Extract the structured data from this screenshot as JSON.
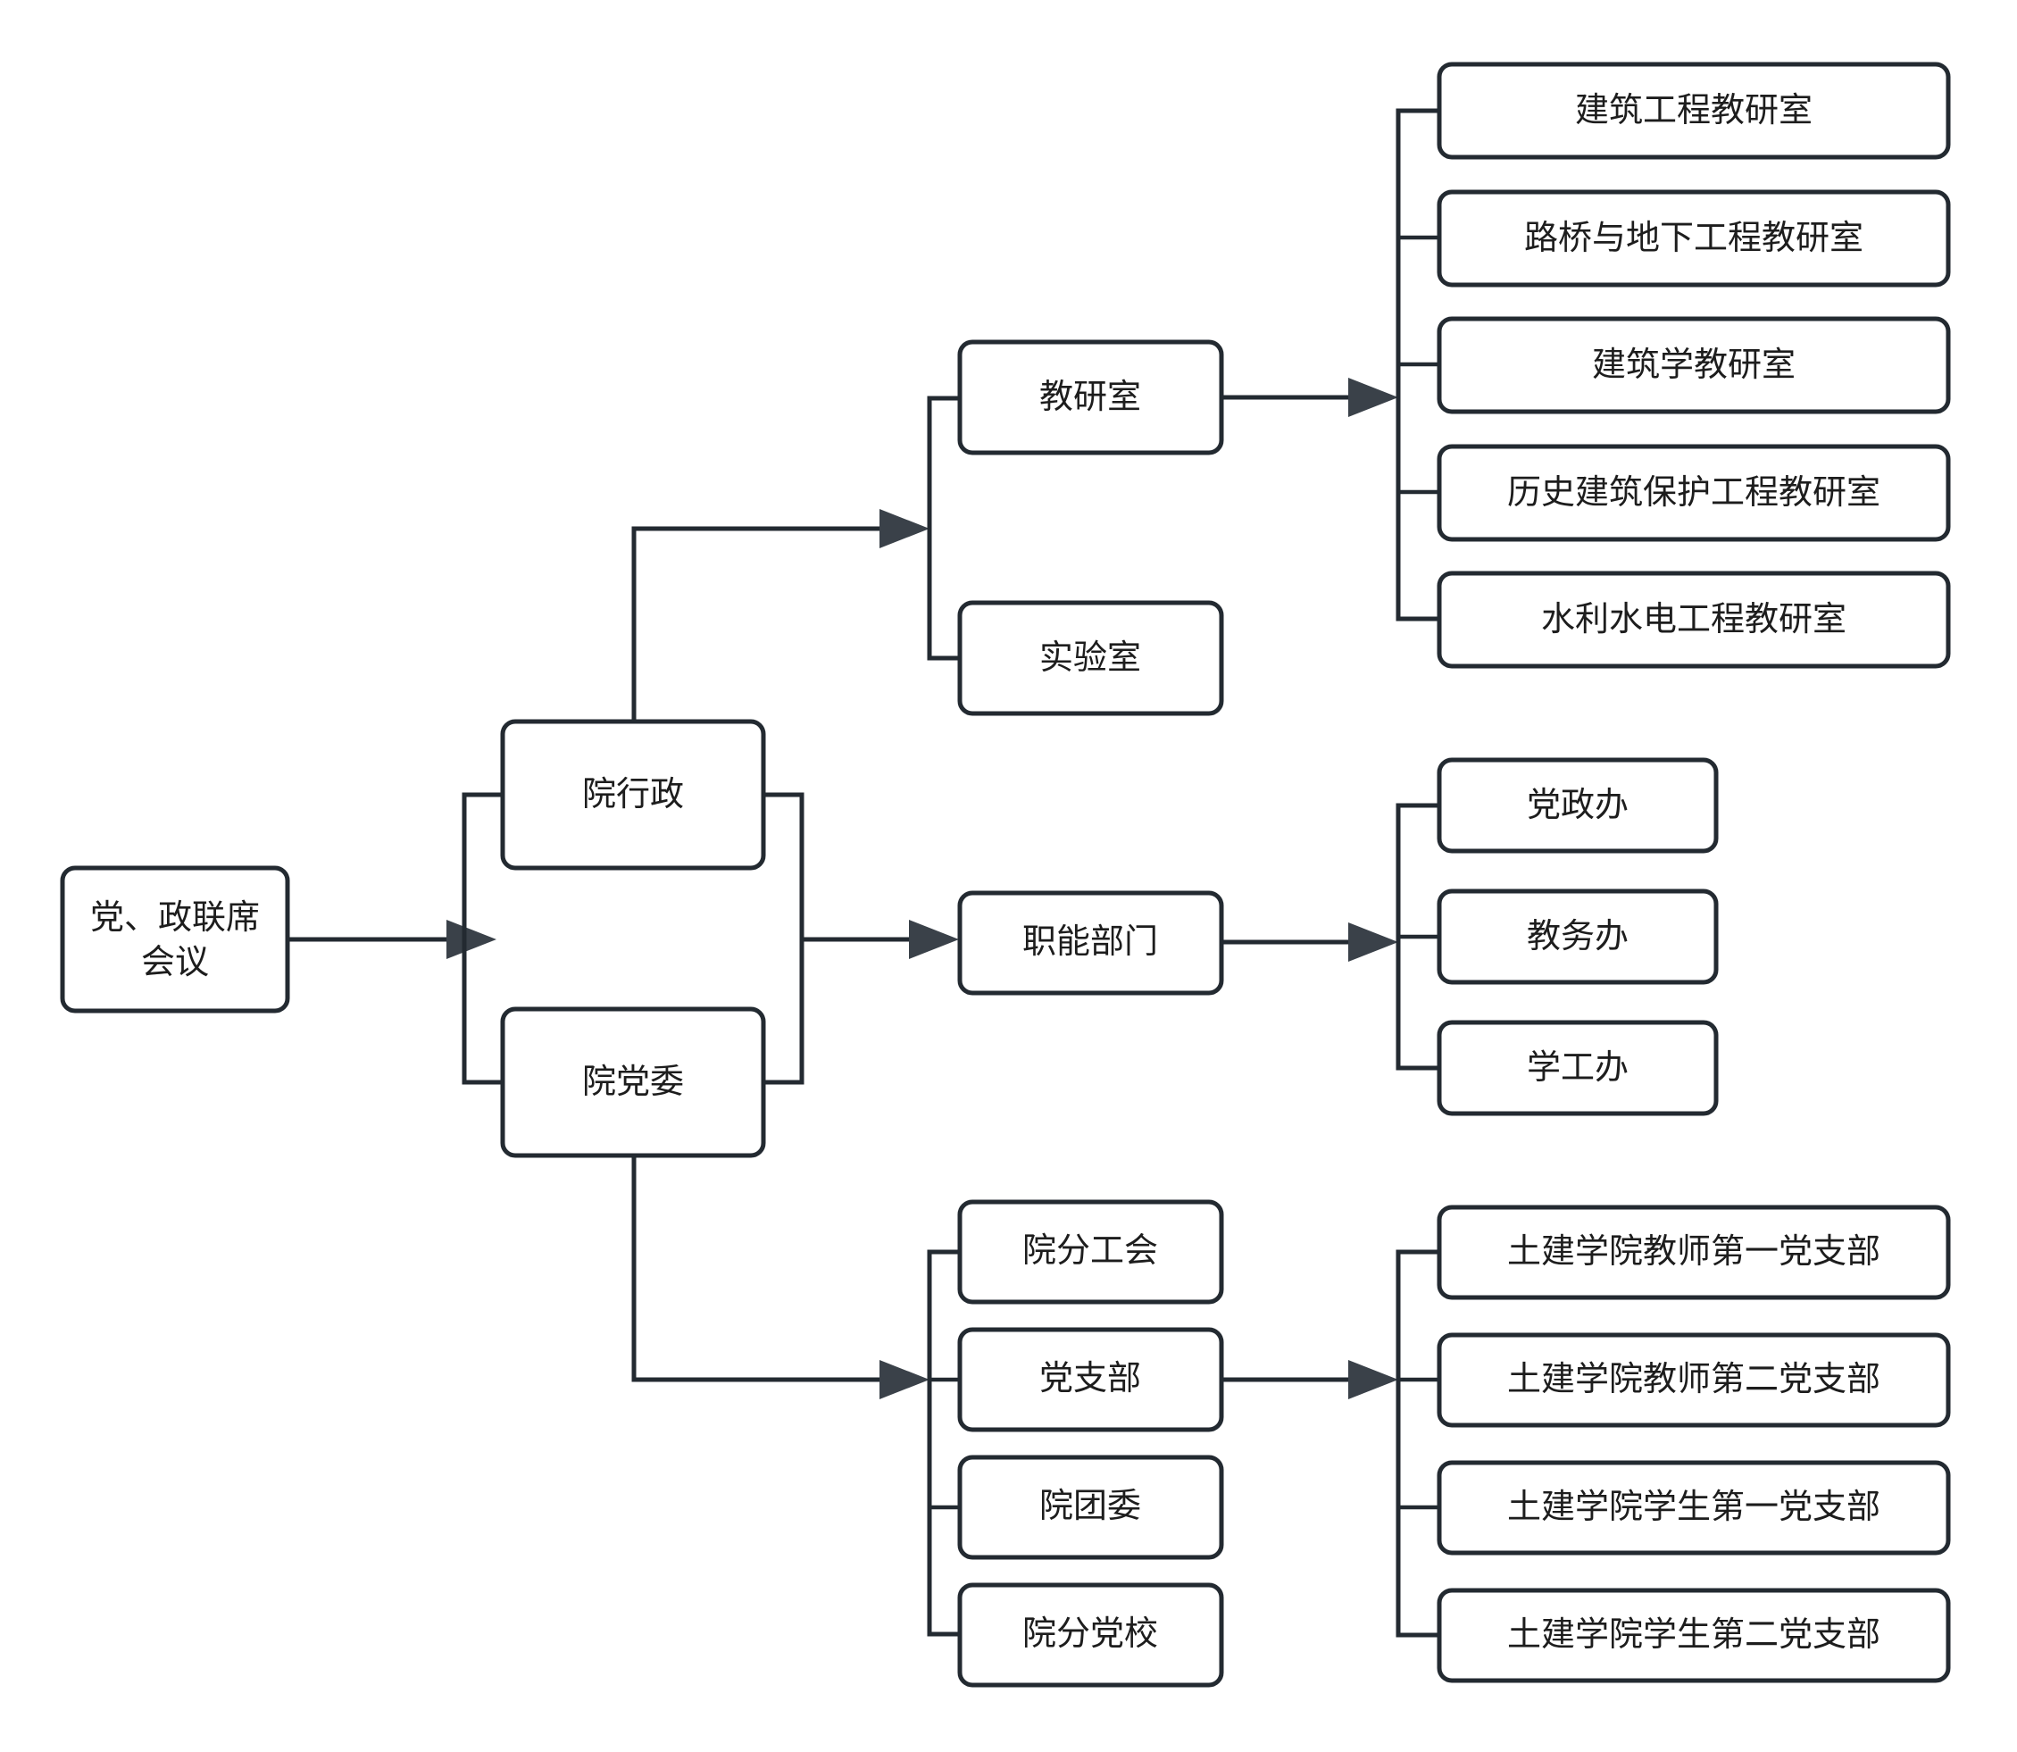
{
  "diagram": {
    "title": "",
    "type": "organization-chart",
    "colors": {
      "box_stroke": "#232a31",
      "box_fill": "#ffffff",
      "text": "#1d1d1d",
      "arrow": "#3a4149",
      "background": "#ffffff"
    }
  },
  "nodes": {
    "root": {
      "id": "root",
      "line1": "党、政联席",
      "line2": "会议",
      "full": "党、政联席会议"
    },
    "level2": [
      {
        "id": "yuanxingzheng",
        "label": "院行政"
      },
      {
        "id": "yuandangwei",
        "label": "院党委"
      }
    ],
    "admin_children": [
      {
        "id": "jiaoyanshi",
        "label": "教研室"
      },
      {
        "id": "shiyanshi",
        "label": "实验室"
      }
    ],
    "function_dept": {
      "id": "zhinengbumen",
      "label": "职能部门"
    },
    "party_children": [
      {
        "id": "yuanfengonghui",
        "label": "院分工会"
      },
      {
        "id": "dangzhibu",
        "label": "党支部"
      },
      {
        "id": "yuantuanwei",
        "label": "院团委"
      },
      {
        "id": "yuanfendangxiao",
        "label": "院分党校"
      }
    ],
    "teaching_rooms": [
      {
        "id": "tr1",
        "label": "建筑工程教研室"
      },
      {
        "id": "tr2",
        "label": "路桥与地下工程教研室"
      },
      {
        "id": "tr3",
        "label": "建筑学教研室"
      },
      {
        "id": "tr4",
        "label": "历史建筑保护工程教研室"
      },
      {
        "id": "tr5",
        "label": "水利水电工程教研室"
      }
    ],
    "offices": [
      {
        "id": "of1",
        "label": "党政办"
      },
      {
        "id": "of2",
        "label": "教务办"
      },
      {
        "id": "of3",
        "label": "学工办"
      }
    ],
    "party_branches": [
      {
        "id": "pb1",
        "label": "土建学院教师第一党支部"
      },
      {
        "id": "pb2",
        "label": "土建学院教师第二党支部"
      },
      {
        "id": "pb3",
        "label": "土建学院学生第一党支部"
      },
      {
        "id": "pb4",
        "label": "土建学院学生第二党支部"
      }
    ]
  }
}
